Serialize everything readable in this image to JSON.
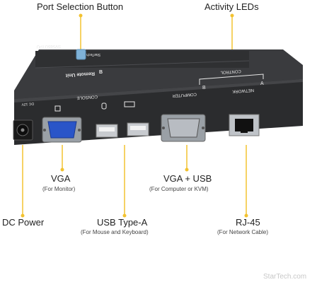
{
  "callouts": {
    "port_selection": {
      "title": "Port Selection Button"
    },
    "activity_leds": {
      "title": "Activity LEDs"
    },
    "vga": {
      "title": "VGA",
      "sub": "(For Monitor)"
    },
    "vga_usb": {
      "title": "VGA + USB",
      "sub": "(For Computer or KVM)"
    },
    "dc_power": {
      "title": "DC Power"
    },
    "usb_type_a": {
      "title": "USB Type-A",
      "sub": "(For Mouse and Keyboard)"
    },
    "rj45": {
      "title": "RJ-45",
      "sub": "(For Network Cable)"
    }
  },
  "device": {
    "model": "SV565UTPU",
    "brand": "StarTech",
    "unit_label": "Remote Unit",
    "unit_letter": "B",
    "console_label": "CONSOLE",
    "computer_label": "COMPUTER",
    "network_label": "NETWORK",
    "control_label": "CONTROL",
    "led_a": "A",
    "led_b": "B",
    "power_label": "DC 12V"
  },
  "watermark": "StarTech.com",
  "colors": {
    "callout_line": "#f2c230",
    "button_blue": "#7fb2d8",
    "device_body": "#2b2c2e",
    "vga_blue": "#2a55c8"
  }
}
